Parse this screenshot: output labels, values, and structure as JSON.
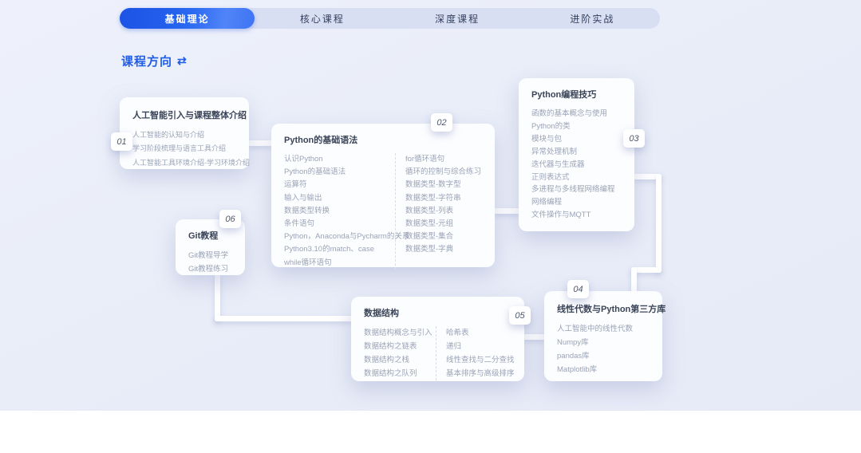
{
  "tabs": [
    {
      "label": "基础理论",
      "active": true
    },
    {
      "label": "核心课程",
      "active": false
    },
    {
      "label": "深度课程",
      "active": false
    },
    {
      "label": "进阶实战",
      "active": false
    }
  ],
  "header": {
    "title": "课程方向",
    "refresh_icon": "⇄"
  },
  "cards": {
    "c01": {
      "num": "01",
      "title": "人工智能引入与课程整体介绍",
      "items": [
        "人工智能的认知与介绍",
        "学习阶段梳理与语言工具介绍",
        "人工智能工具环境介绍-学习环境介绍"
      ]
    },
    "c02": {
      "num": "02",
      "title": "Python的基础语法",
      "col_left": [
        "认识Python",
        "Python的基础语法",
        "运算符",
        "输入与输出",
        "数据类型转换",
        "条件语句",
        "Python，Anaconda与Pycharm的关系",
        "Python3.10的match、case",
        "while循环语句"
      ],
      "col_right": [
        "for循环语句",
        "循环的控制与综合练习",
        "数据类型-数字型",
        "数据类型-字符串",
        "数据类型-列表",
        "数据类型-元组",
        "数据类型-集合",
        "数据类型-字典"
      ]
    },
    "c03": {
      "num": "03",
      "title": "Python编程技巧",
      "items": [
        "函数的基本概念与使用",
        "Python的类",
        "模块与包",
        "异常处理机制",
        "迭代器与生成器",
        "正则表达式",
        "多进程与多线程网络编程",
        "网络编程",
        "文件操作与MQTT"
      ]
    },
    "c04": {
      "num": "04",
      "title": "线性代数与Python第三方库",
      "items": [
        "人工智能中的线性代数",
        "Numpy库",
        "pandas库",
        "Matplotlib库"
      ]
    },
    "c05": {
      "num": "05",
      "title": "数据结构",
      "col_left": [
        "数据结构概念与引入",
        "数据结构之链表",
        "数据结构之栈",
        "数据结构之队列"
      ],
      "col_right": [
        "哈希表",
        "递归",
        "线性查找与二分查找",
        "基本排序与高级排序"
      ]
    },
    "c06": {
      "num": "06",
      "title": "Git教程",
      "items": [
        "Git教程导学",
        "Git教程练习"
      ]
    }
  },
  "colors": {
    "accent_blue": "#1f5de9",
    "tab_bar_bg": "#d9dff3",
    "tab_active_gradient_from": "#1c53e5",
    "tab_active_gradient_to": "#5184f8",
    "card_bg": "#fcfdff",
    "card_title_text": "#3a4458",
    "item_text": "#9aa3b6",
    "page_bg": "#e9edf8"
  }
}
